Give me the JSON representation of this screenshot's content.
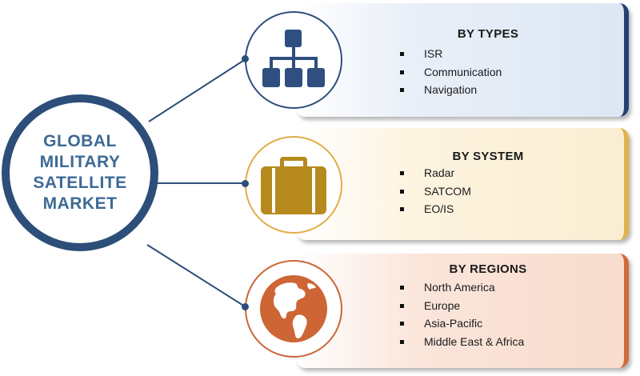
{
  "hub": {
    "title_lines": [
      "GLOBAL",
      "MILITARY",
      "SATELLITE",
      "MARKET"
    ]
  },
  "segments": [
    {
      "title": "BY TYPES",
      "icon": "hierarchy-icon",
      "accent": "#2e4f7f",
      "items": [
        "ISR",
        "Communication",
        "Navigation"
      ]
    },
    {
      "title": "BY SYSTEM",
      "icon": "briefcase-icon",
      "accent": "#b68a1c",
      "items": [
        "Radar",
        "SATCOM",
        "EO/IS"
      ]
    },
    {
      "title": "BY REGIONS",
      "icon": "globe-icon",
      "accent": "#cd6535",
      "items": [
        "North America",
        "Europe",
        "Asia-Pacific",
        "Middle East & Africa"
      ]
    }
  ]
}
